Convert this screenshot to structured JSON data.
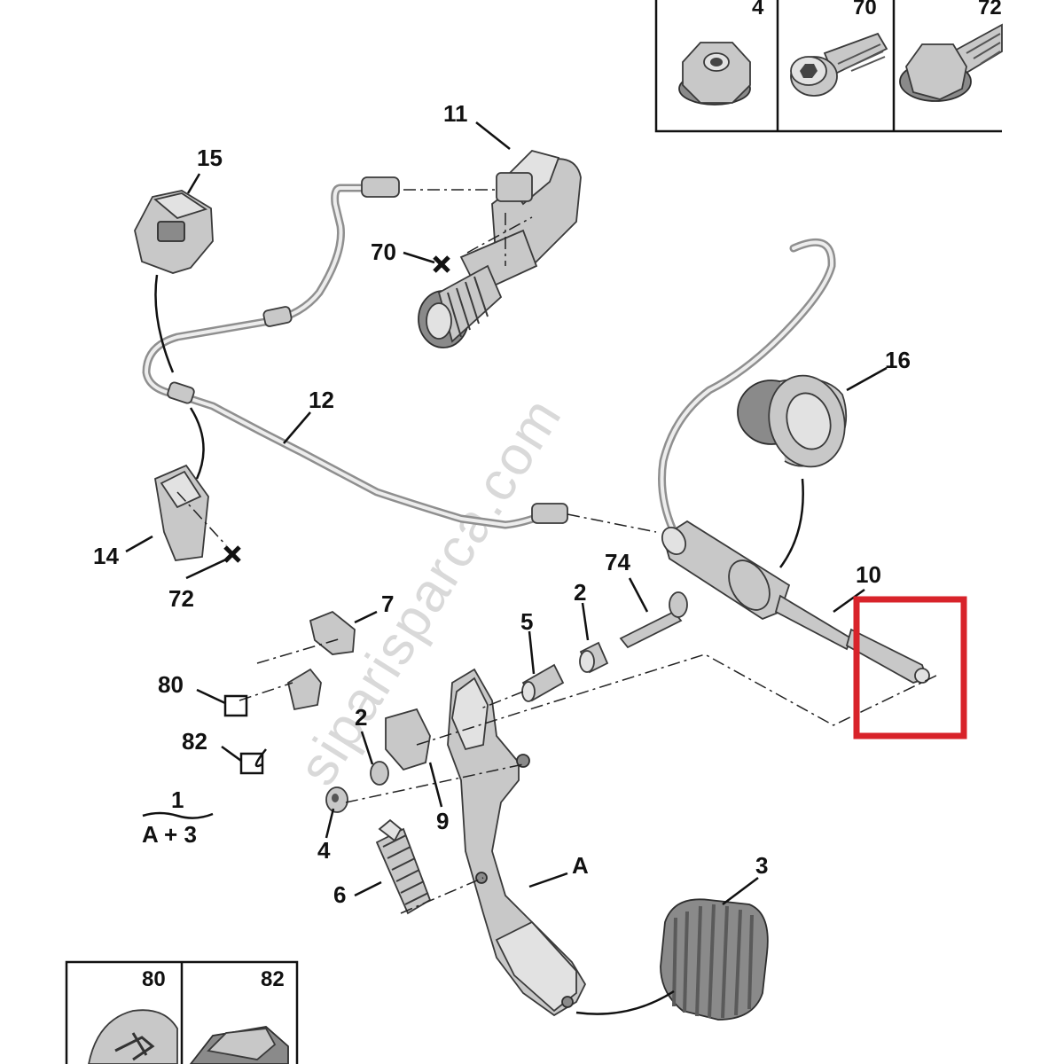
{
  "diagram": {
    "callouts": {
      "n4_box": "4",
      "n70_box": "70",
      "n72_box": "72",
      "n11": "11",
      "n15": "15",
      "n70": "70",
      "n16": "16",
      "n12": "12",
      "n14": "14",
      "n72": "72",
      "n10": "10",
      "n7": "7",
      "n74": "74",
      "n2_upper": "2",
      "n5": "5",
      "n80": "80",
      "n2_lower": "2",
      "n82": "82",
      "n9": "9",
      "n1": "1",
      "formula": "A + 3",
      "n4": "4",
      "nA": "A",
      "n3": "3",
      "n6": "6",
      "n80_box": "80",
      "n82_box": "82"
    },
    "watermark": "siparisparca.com",
    "highlight_color": "#d8232a"
  }
}
